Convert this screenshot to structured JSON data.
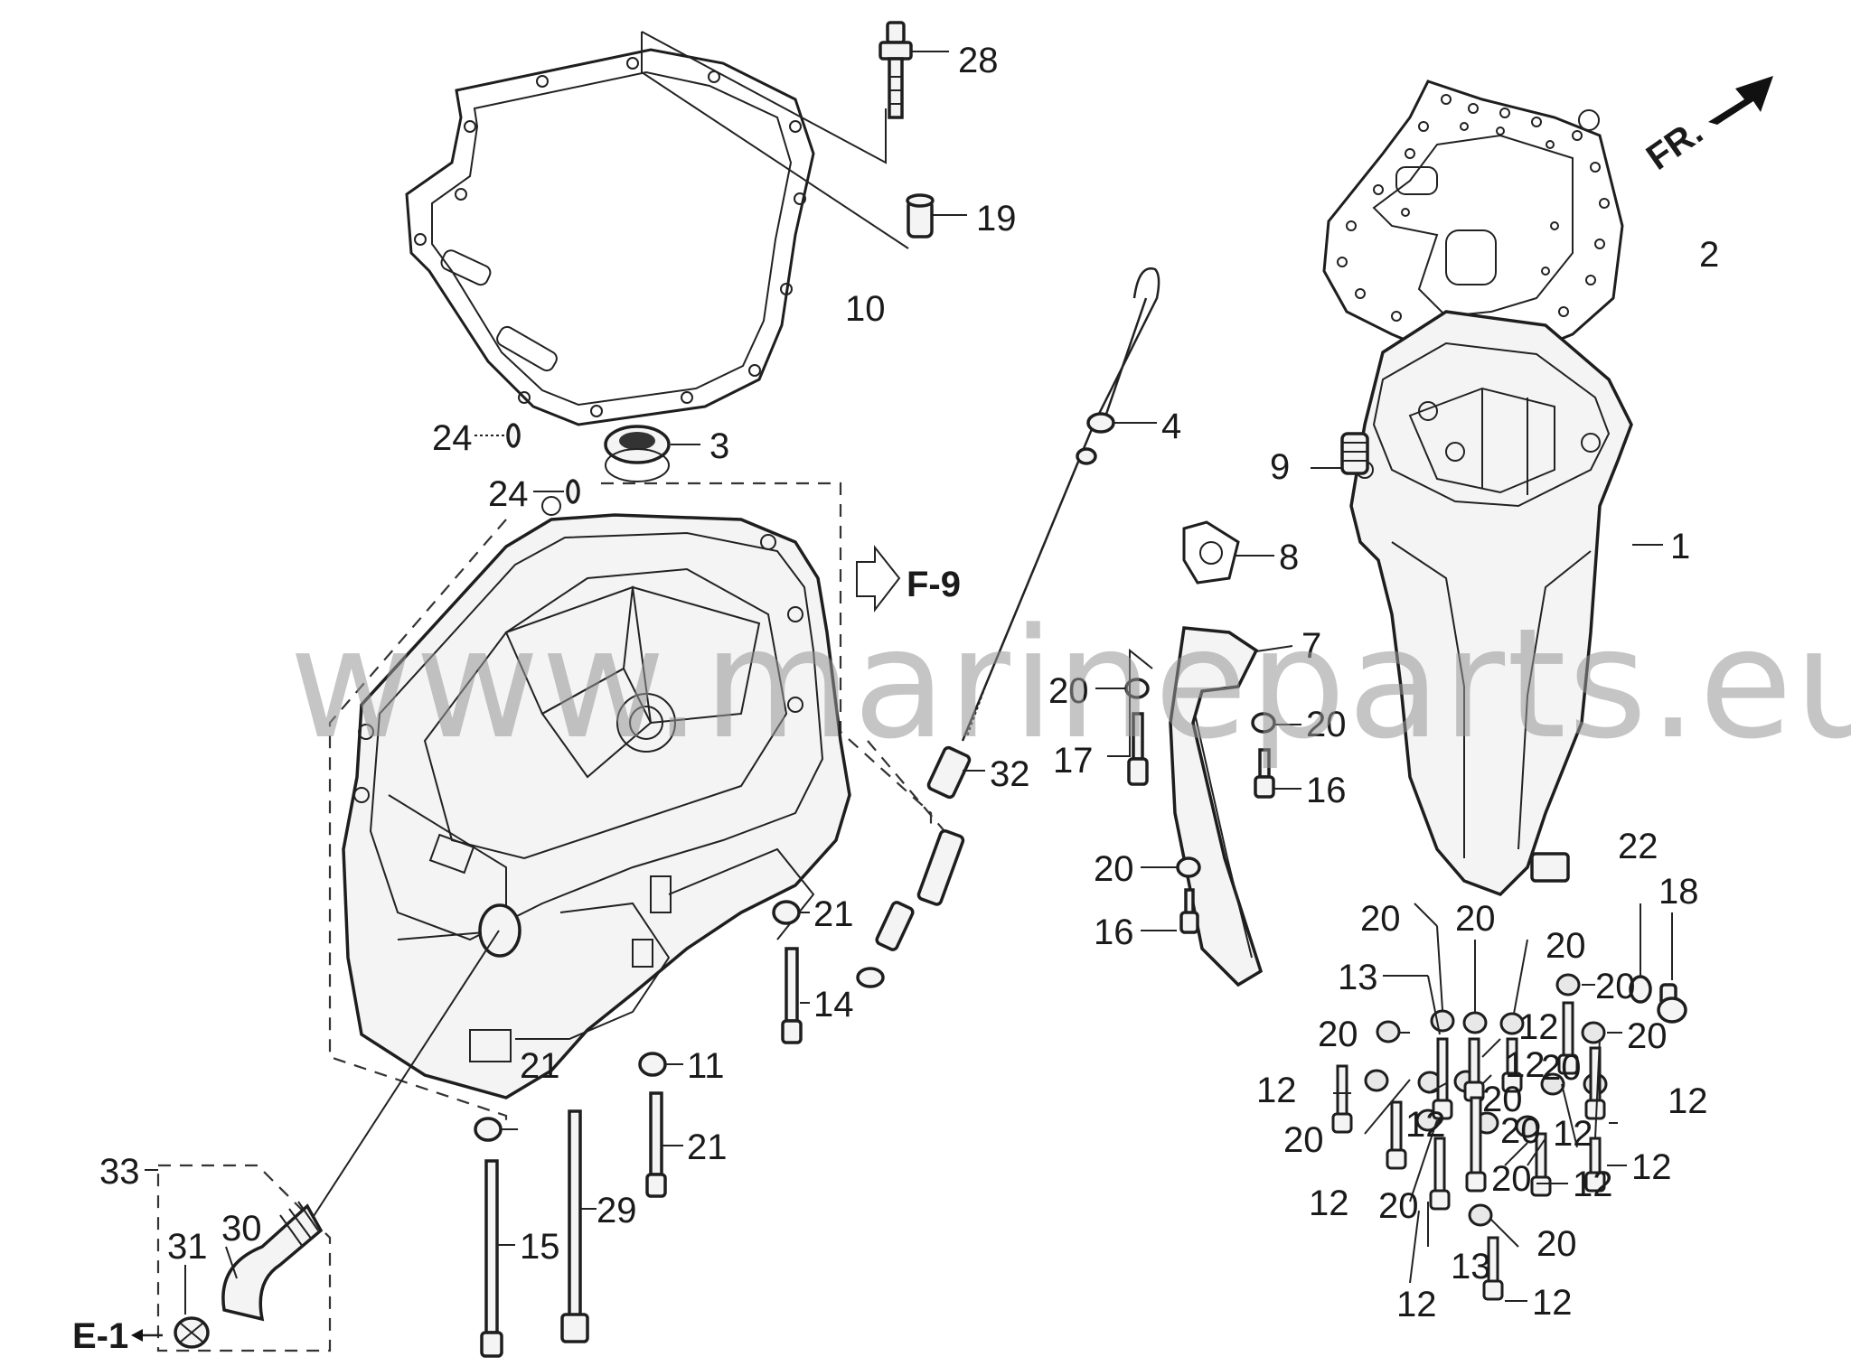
{
  "watermark": "www.marineparts.eu",
  "direction_arrow": "FR.",
  "references": {
    "f9": "F-9",
    "e1": "E-1"
  },
  "callouts": [
    {
      "id": "c28",
      "text": "28"
    },
    {
      "id": "c19",
      "text": "19"
    },
    {
      "id": "c10",
      "text": "10"
    },
    {
      "id": "c2",
      "text": "2"
    },
    {
      "id": "c24a",
      "text": "24"
    },
    {
      "id": "c3",
      "text": "3"
    },
    {
      "id": "c24b",
      "text": "24"
    },
    {
      "id": "c4",
      "text": "4"
    },
    {
      "id": "c9",
      "text": "9"
    },
    {
      "id": "c1",
      "text": "1"
    },
    {
      "id": "c8",
      "text": "8"
    },
    {
      "id": "c7",
      "text": "7"
    },
    {
      "id": "c20a",
      "text": "20"
    },
    {
      "id": "c20b",
      "text": "20"
    },
    {
      "id": "c17",
      "text": "17"
    },
    {
      "id": "c16a",
      "text": "16"
    },
    {
      "id": "c32",
      "text": "32"
    },
    {
      "id": "c20c",
      "text": "20"
    },
    {
      "id": "c16b",
      "text": "16"
    },
    {
      "id": "c22",
      "text": "22"
    },
    {
      "id": "c18",
      "text": "18"
    },
    {
      "id": "c21a",
      "text": "21"
    },
    {
      "id": "c14",
      "text": "14"
    },
    {
      "id": "c20d",
      "text": "20"
    },
    {
      "id": "c20e",
      "text": "20"
    },
    {
      "id": "c20f",
      "text": "20"
    },
    {
      "id": "c13a",
      "text": "13"
    },
    {
      "id": "c20g",
      "text": "20"
    },
    {
      "id": "c12a",
      "text": "12"
    },
    {
      "id": "c20h",
      "text": "20"
    },
    {
      "id": "c12b",
      "text": "12"
    },
    {
      "id": "c20i",
      "text": "20"
    },
    {
      "id": "c21b",
      "text": "21"
    },
    {
      "id": "c12c",
      "text": "12"
    },
    {
      "id": "c20j",
      "text": "20"
    },
    {
      "id": "c12d",
      "text": "12"
    },
    {
      "id": "c21c",
      "text": "21"
    },
    {
      "id": "c11",
      "text": "11"
    },
    {
      "id": "c20k",
      "text": "20"
    },
    {
      "id": "c20l",
      "text": "20"
    },
    {
      "id": "c12e",
      "text": "12"
    },
    {
      "id": "c12f",
      "text": "12"
    },
    {
      "id": "c12g",
      "text": "12"
    },
    {
      "id": "c20m",
      "text": "20"
    },
    {
      "id": "c20n",
      "text": "20"
    },
    {
      "id": "c20o",
      "text": "20"
    },
    {
      "id": "c12h",
      "text": "12"
    },
    {
      "id": "c33",
      "text": "33"
    },
    {
      "id": "c31",
      "text": "31"
    },
    {
      "id": "c30",
      "text": "30"
    },
    {
      "id": "c29",
      "text": "29"
    },
    {
      "id": "c15",
      "text": "15"
    },
    {
      "id": "c12i",
      "text": "12"
    },
    {
      "id": "c13b",
      "text": "13"
    },
    {
      "id": "c20p",
      "text": "20"
    },
    {
      "id": "c12j",
      "text": "12"
    },
    {
      "id": "c12k",
      "text": "12"
    }
  ]
}
